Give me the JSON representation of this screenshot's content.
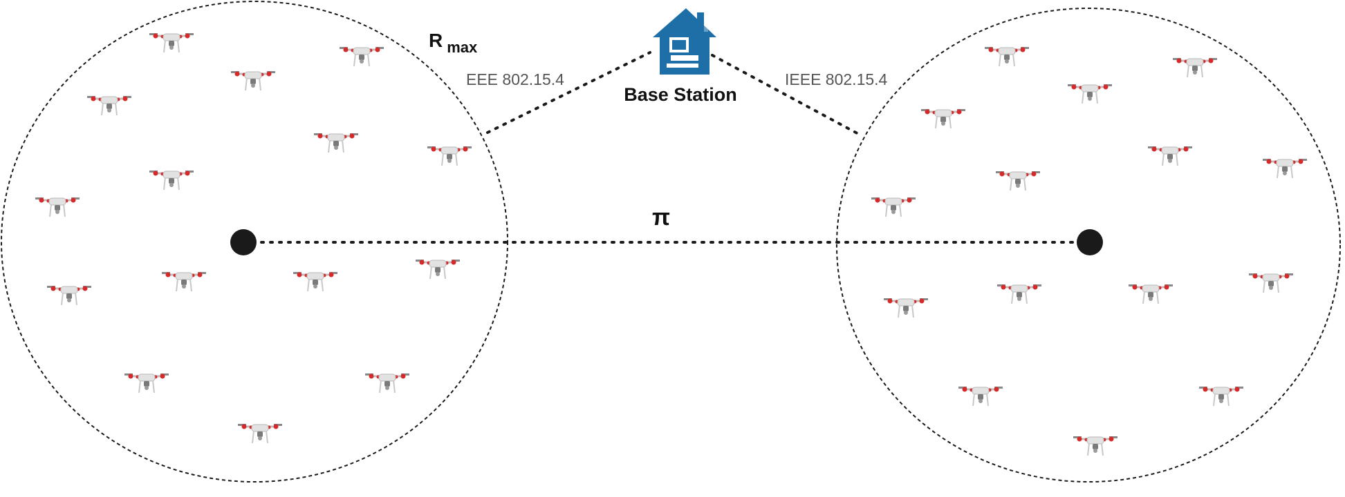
{
  "labels": {
    "rmax_main": "R",
    "rmax_sub": "max",
    "link_left": "EEE 802.15.4",
    "link_right": "IEEE 802.15.4",
    "base_station": "Base Station",
    "pi": "π"
  },
  "colors": {
    "base_station_icon": "#1e6ea8",
    "circle": "#1a1a1a",
    "center_node": "#1a1a1a",
    "drone_body": "#e2e2e2",
    "drone_rotor": "#d42a2a"
  },
  "icons": {
    "base_station": "house-with-computer-icon",
    "drone": "quadcopter-drone-icon"
  }
}
